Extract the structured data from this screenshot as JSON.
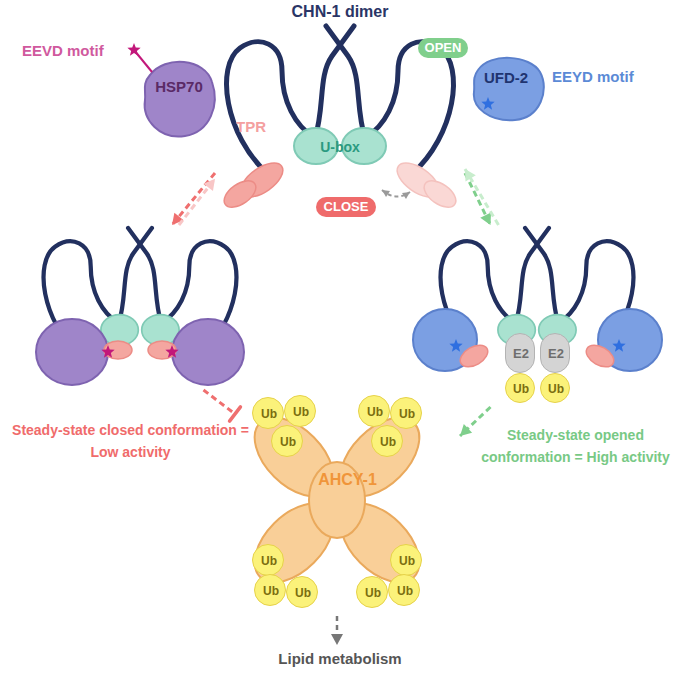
{
  "diagram": {
    "nodes": [
      {
        "text": [
          "CHN-1 dimer"
        ]
      },
      {
        "text": [
          "U-box"
        ],
        "in": 0
      },
      {
        "text": [
          "OPEN"
        ]
      },
      {
        "text": [
          "HSP70"
        ]
      },
      {
        "text": [
          "UFD-2"
        ]
      },
      {
        "text": [
          "CLOSE"
        ]
      },
      {
        "text": [
          "Steady-state closed conformation = Low activity"
        ]
      },
      {
        "text": [
          "Steady-state opened conformation = High activity"
        ]
      },
      {
        "text": [
          "E2"
        ],
        "in": 7
      },
      {
        "text": [
          "E2"
        ],
        "in": 7
      },
      {
        "text": [
          "Ub"
        ],
        "in": 7
      },
      {
        "text": [
          "Ub"
        ],
        "in": 7
      },
      {
        "text": [
          "AHCY-1"
        ]
      },
      {
        "text": [
          "Ub"
        ],
        "in": 12
      },
      {
        "text": [
          "Ub"
        ],
        "in": 12
      },
      {
        "text": [
          "Ub"
        ],
        "in": 12
      },
      {
        "text": [
          "Ub"
        ],
        "in": 12
      },
      {
        "text": [
          "Ub"
        ],
        "in": 12
      },
      {
        "text": [
          "Ub"
        ],
        "in": 12
      },
      {
        "text": [
          "Ub"
        ],
        "in": 12
      },
      {
        "text": [
          "Ub"
        ],
        "in": 12
      },
      {
        "text": [
          "Ub"
        ],
        "in": 12
      },
      {
        "text": [
          "Ub"
        ],
        "in": 12
      },
      {
        "text": [
          "Ub"
        ],
        "in": 12
      },
      {
        "text": [
          "Ub"
        ],
        "in": 12
      }
    ],
    "edges": [
      {
        "from": 0,
        "to": 6,
        "arrow": "to"
      },
      {
        "from": 6,
        "to": 0,
        "arrow": "to"
      },
      {
        "from": 0,
        "to": 7,
        "arrow": "to"
      },
      {
        "from": 7,
        "to": 0,
        "arrow": "to"
      },
      {
        "from": 6,
        "to": 12,
        "arrow": "to"
      },
      {
        "from": 7,
        "to": 12,
        "arrow": "to"
      }
    ],
    "labels": [
      "EEVD motif",
      "TPR",
      "EEYD motif",
      "Lipid metabolism"
    ]
  }
}
